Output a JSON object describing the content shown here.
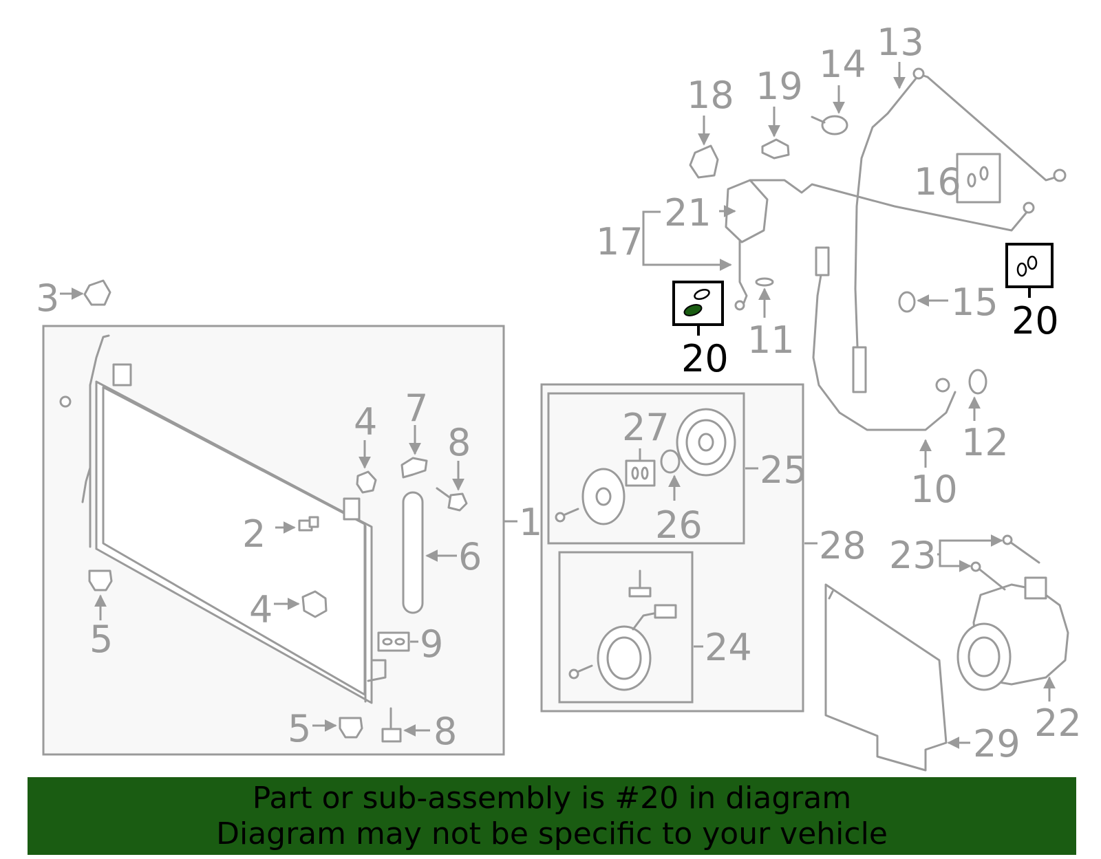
{
  "callouts": {
    "n1": "1",
    "n2a": "2",
    "n3": "3",
    "n4a": "4",
    "n4b": "4",
    "n5a": "5",
    "n5b": "5",
    "n6": "6",
    "n7": "7",
    "n8a": "8",
    "n8b": "8",
    "n9": "9",
    "n10": "10",
    "n11": "11",
    "n12": "12",
    "n13": "13",
    "n14": "14",
    "n15": "15",
    "n16": "16",
    "n17": "17",
    "n18": "18",
    "n19": "19",
    "n20a": "20",
    "n20b": "20",
    "n21": "21",
    "n22": "22",
    "n23": "23",
    "n24": "24",
    "n25": "25",
    "n26": "26",
    "n27": "27",
    "n28": "28",
    "n29": "29"
  },
  "highlight": {
    "part_number": "20",
    "color": "#1a5c12"
  },
  "banner": {
    "line1": "Part or sub-assembly is #20 in diagram",
    "line2": "Diagram may not be specific to your vehicle",
    "background": "#1a5c12"
  }
}
